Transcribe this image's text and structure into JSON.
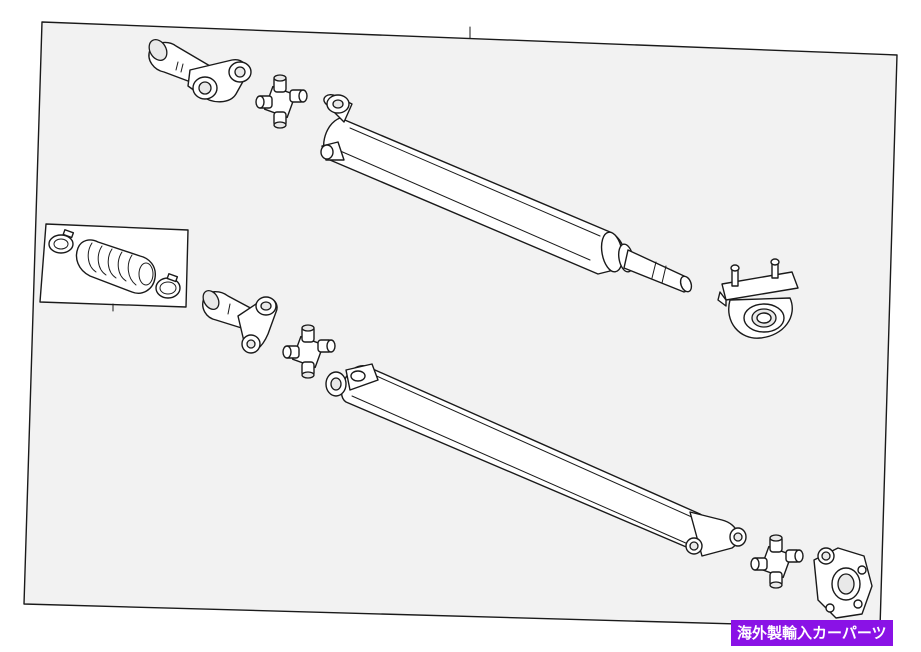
{
  "colors": {
    "panel_fill": "#f2f2f2",
    "badge_background": "#8a12e6",
    "line": "#1a1a1a"
  },
  "badge": {
    "text": "海外製輸入カーパーツ"
  },
  "parts": [
    "upper-slip-yoke",
    "upper-universal-joint",
    "upper-driveshaft",
    "center-support-bearing",
    "boot-kit",
    "lower-slip-yoke",
    "lower-universal-joint",
    "lower-driveshaft",
    "rear-universal-joint",
    "rear-flange-yoke"
  ]
}
